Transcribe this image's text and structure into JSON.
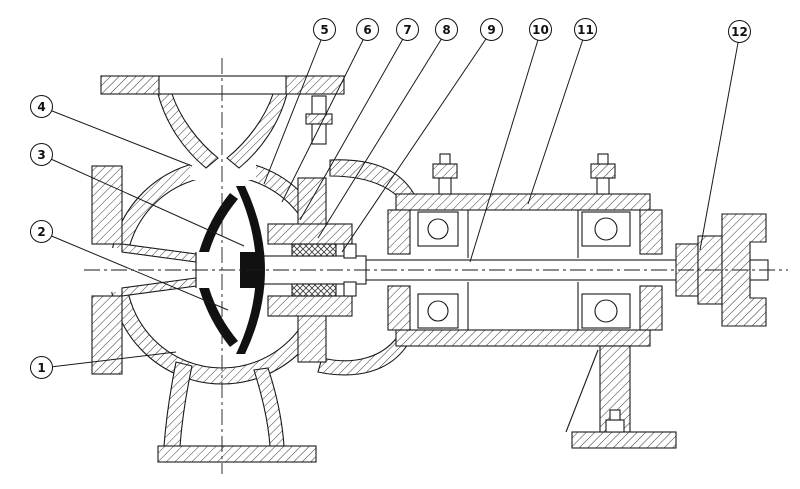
{
  "meta": {
    "background_color": "#ffffff",
    "line_color": "#1a1a1a",
    "description_visible_text_only": true
  },
  "callouts": [
    {
      "id": 1,
      "label": "1"
    },
    {
      "id": 2,
      "label": "2"
    },
    {
      "id": 3,
      "label": "3"
    },
    {
      "id": 4,
      "label": "4"
    },
    {
      "id": 5,
      "label": "5"
    },
    {
      "id": 6,
      "label": "6"
    },
    {
      "id": 7,
      "label": "7"
    },
    {
      "id": 8,
      "label": "8"
    },
    {
      "id": 9,
      "label": "9"
    },
    {
      "id": 10,
      "label": "10"
    },
    {
      "id": 11,
      "label": "11"
    },
    {
      "id": 12,
      "label": "12"
    }
  ]
}
